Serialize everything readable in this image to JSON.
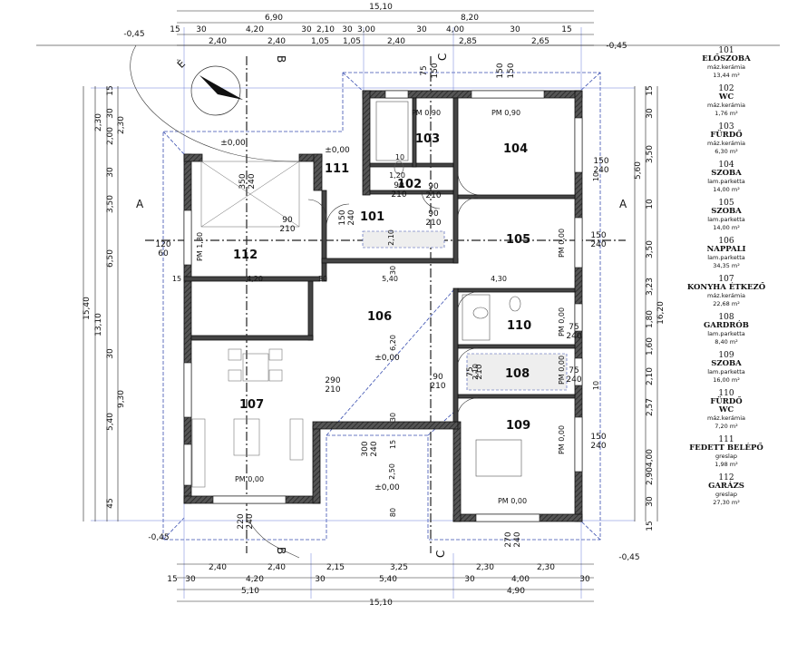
{
  "dims": {
    "top": {
      "total": "15,10",
      "partA": "6,90",
      "partB": "8,20",
      "row3": [
        "15",
        "30",
        "4,20",
        "30",
        "2,10",
        "30",
        "3,00",
        "30",
        "4,00",
        "30",
        "15"
      ],
      "row4": [
        "2,40",
        "2,40",
        "1,05",
        "1,05",
        "2,40",
        "2,85",
        "2,65"
      ],
      "vert": [
        "75",
        "150",
        "150",
        "150"
      ]
    },
    "bottom": {
      "row1": [
        "2,40",
        "2,40",
        "2,15",
        "3,25",
        "2,30",
        "2,30"
      ],
      "row2": [
        "15",
        "30",
        "4,20",
        "30",
        "5,40",
        "30",
        "4,00",
        "30"
      ],
      "row3": [
        "5,10",
        "4,90"
      ],
      "total": "15,10"
    },
    "left": {
      "total": "15,40",
      "mid1": "13,10",
      "mid2": "9,30",
      "outer": [
        "15",
        "30",
        "2,00",
        "30",
        "3,50",
        "6,50",
        "30",
        "5,40",
        "45"
      ],
      "inner": [
        "2,30",
        "2,30"
      ]
    },
    "right": {
      "total": "16,20",
      "outer": [
        "15",
        "30",
        "3,50",
        "10",
        "3,50",
        "3,23",
        "1,80",
        "1,60",
        "2,10",
        "2,57",
        "4,00",
        "2,90",
        "30",
        "15"
      ],
      "mid": [
        "5,60"
      ]
    }
  },
  "levels": [
    "±0,00",
    "±0,00",
    "±0,00",
    "±0,00",
    "-0,45",
    "-0,45",
    "-0,45",
    "-0,45"
  ],
  "sections": [
    "A",
    "A",
    "B",
    "B",
    "C",
    "C"
  ],
  "north": "É",
  "openings": [
    {
      "t": "350",
      "b": "240"
    },
    {
      "t": "90",
      "b": "210"
    },
    {
      "t": "150",
      "b": "240"
    },
    {
      "t": "120",
      "b": "60"
    },
    {
      "t": "90",
      "b": "210"
    },
    {
      "t": "290",
      "b": "210"
    },
    {
      "t": "90",
      "b": "210"
    },
    {
      "t": "300",
      "b": "240"
    },
    {
      "t": "220",
      "b": "240"
    },
    {
      "t": "270",
      "b": "240"
    },
    {
      "t": "150",
      "b": "240"
    },
    {
      "t": "75",
      "b": "240"
    },
    {
      "t": "75",
      "b": "240"
    },
    {
      "t": "150",
      "b": "240"
    },
    {
      "t": "150",
      "b": "240"
    },
    {
      "t": "90",
      "b": "210"
    },
    {
      "t": "90",
      "b": "210"
    },
    {
      "t": "75",
      "b": "210"
    }
  ],
  "extra_labels": [
    "PM 0,90",
    "PM 0,90",
    "PM 1,80",
    "PM 0,00",
    "PM 0,00",
    "PM 0,00",
    "PM 0,00",
    "PM 0,00",
    "PM 0,00",
    "2,10",
    "2,10",
    "6,20",
    "4,30",
    "5,40",
    "4,20",
    "2,50",
    "1,20",
    "10",
    "10",
    "10",
    "30",
    "30",
    "80",
    "15",
    "15",
    "30"
  ],
  "rooms_on_plan": [
    "101",
    "102",
    "103",
    "104",
    "105",
    "106",
    "107",
    "108",
    "109",
    "110",
    "111",
    "112"
  ],
  "legend": [
    {
      "num": "101",
      "name": "ELŐSZOBA",
      "mat": "máz.kerámia",
      "area": "13,44 m²"
    },
    {
      "num": "102",
      "name": "WC",
      "mat": "máz.kerámia",
      "area": "1,76 m²"
    },
    {
      "num": "103",
      "name": "FÜRDŐ",
      "mat": "máz.kerámia",
      "area": "6,30 m²"
    },
    {
      "num": "104",
      "name": "SZOBA",
      "mat": "lam.parketta",
      "area": "14,00 m²"
    },
    {
      "num": "105",
      "name": "SZOBA",
      "mat": "lam.parketta",
      "area": "14,00 m²"
    },
    {
      "num": "106",
      "name": "NAPPALI",
      "mat": "lam.parketta",
      "area": "34,35 m²"
    },
    {
      "num": "107",
      "name": "KONYHA ÉTKEZŐ",
      "mat": "máz.kerámia",
      "area": "22,68 m²"
    },
    {
      "num": "108",
      "name": "GARDRÓB",
      "mat": "lam.parketta",
      "area": "8,40 m²"
    },
    {
      "num": "109",
      "name": "SZOBA",
      "mat": "lam.parketta",
      "area": "16,00 m²"
    },
    {
      "num": "110",
      "name": "FÜRDŐ\nWC",
      "mat": "máz.kerámia",
      "area": "7,20 m²"
    },
    {
      "num": "111",
      "name": "FEDETT BELÉPŐ",
      "mat": "greslap",
      "area": "1,98 m²"
    },
    {
      "num": "112",
      "name": "GARÁZS",
      "mat": "greslap",
      "area": "27,30 m²"
    }
  ]
}
